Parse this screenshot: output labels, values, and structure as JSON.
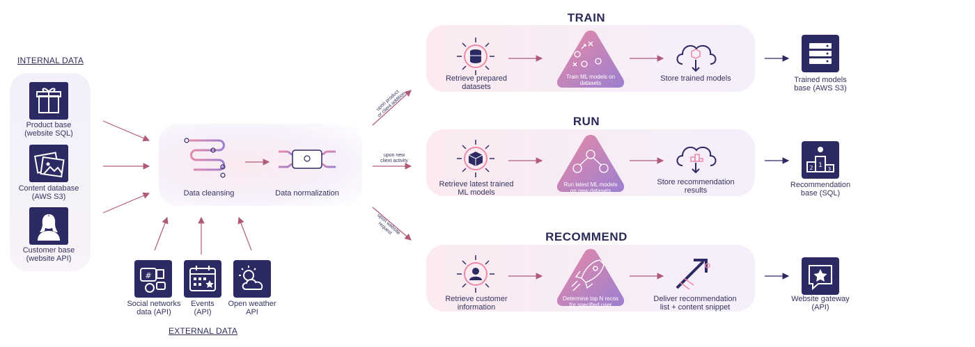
{
  "internal": {
    "header": "INTERNAL DATA",
    "items": [
      {
        "label": "Product base\n(website SQL)",
        "icon": "gift-icon"
      },
      {
        "label": "Content database\n(AWS S3)",
        "icon": "photos-icon"
      },
      {
        "label": "Customer base\n(website API)",
        "icon": "person-icon"
      }
    ]
  },
  "external": {
    "header": "EXTERNAL DATA",
    "items": [
      {
        "label": "Social networks\ndata (API)",
        "icon": "social-icon"
      },
      {
        "label": "Events\n(API)",
        "icon": "calendar-icon"
      },
      {
        "label": "Open weather\nAPI",
        "icon": "weather-icon"
      }
    ]
  },
  "processing": {
    "cleansing": "Data cleansing",
    "normalization": "Data normalization"
  },
  "triggers": {
    "train": "upon product\nor client addition",
    "run": "upon new\nclient activity",
    "recommend": "upon website\nrequest"
  },
  "train": {
    "title": "TRAIN",
    "step1": "Retrieve prepared\ndatasets",
    "step2": "Train ML models on\ndatasets",
    "step3": "Store trained models",
    "output": "Trained models\nbase (AWS S3)"
  },
  "run": {
    "title": "RUN",
    "step1": "Retrieve latest trained\nML models",
    "step2": "Run latest ML models\non new datasets",
    "step3": "Store recommendation\nresults",
    "output": "Recommendation\nbase (SQL)"
  },
  "recommend": {
    "title": "RECOMMEND",
    "step1": "Retrieve customer\ninformation",
    "step2": "Determine top N recos\nfor specified user",
    "step3": "Deliver recommendation\nlist + content snippet",
    "output": "Website gateway\n(API)"
  },
  "colors": {
    "navy": "#2c2a63",
    "arrow": "#b05a7a",
    "pink": "#e98aa6",
    "purple": "#9b7fd0"
  }
}
